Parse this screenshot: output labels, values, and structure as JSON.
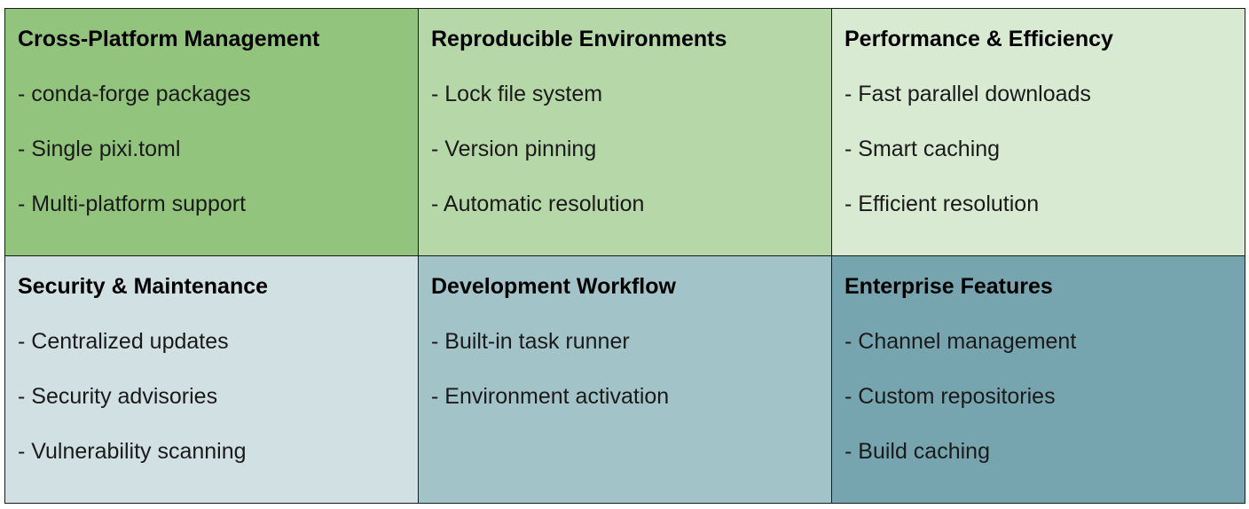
{
  "table": {
    "rows": [
      [
        {
          "title": "Cross-Platform Management",
          "items": [
            "- conda-forge packages",
            "- Single pixi.toml",
            "- Multi-platform support"
          ],
          "color": "#93c47d"
        },
        {
          "title": "Reproducible Environments",
          "items": [
            "- Lock file system",
            "- Version pinning",
            "- Automatic resolution"
          ],
          "color": "#b6d7a8"
        },
        {
          "title": "Performance & Efficiency",
          "items": [
            "- Fast parallel downloads",
            "- Smart caching",
            "- Efficient resolution"
          ],
          "color": "#d9ead3"
        }
      ],
      [
        {
          "title": "Security & Maintenance",
          "items": [
            "- Centralized updates",
            "- Security advisories",
            "- Vulnerability scanning"
          ],
          "color": "#d0e0e3"
        },
        {
          "title": "Development Workflow",
          "items": [
            "- Built-in task runner",
            "- Environment activation"
          ],
          "color": "#a2c4c9"
        },
        {
          "title": "Enterprise Features",
          "items": [
            "- Channel management",
            "- Custom repositories",
            "- Build caching"
          ],
          "color": "#76a5af"
        }
      ]
    ]
  }
}
